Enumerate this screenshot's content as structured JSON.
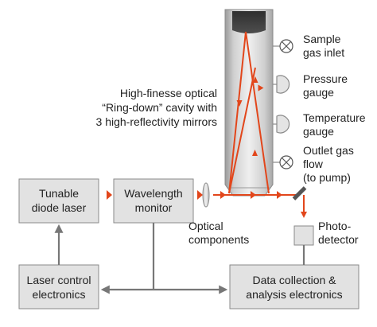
{
  "cavity_label": {
    "lines": [
      "High-finesse optical",
      "“Ring-down” cavity with",
      "3 high-reflectivity mirrors"
    ]
  },
  "ports": {
    "sample_inlet": [
      "Sample",
      "gas inlet"
    ],
    "pressure": [
      "Pressure",
      "gauge"
    ],
    "temperature": [
      "Temperature",
      "gauge"
    ],
    "outlet": [
      "Outlet gas",
      "flow",
      "(to pump)"
    ]
  },
  "boxes": {
    "laser": [
      "Tunable",
      "diode laser"
    ],
    "wavemeter": [
      "Wavelength",
      "monitor"
    ],
    "control": [
      "Laser control",
      "electronics"
    ],
    "daq": [
      "Data collection &",
      "analysis electronics"
    ]
  },
  "optics_label": [
    "Optical",
    "components"
  ],
  "photodetector_label": [
    "Photo-",
    "detector"
  ],
  "colors": {
    "beam": "#e2461b",
    "box_fill": "#e2e2e2",
    "box_stroke": "#8a8a8a",
    "wire": "#777777"
  }
}
